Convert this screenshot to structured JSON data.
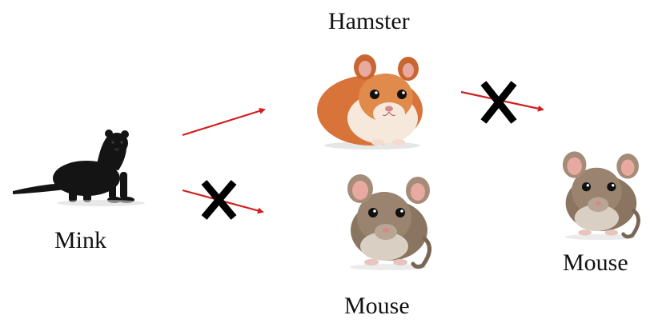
{
  "labels": {
    "mink": "Mink",
    "hamster": "Hamster",
    "mouse_middle": "Mouse",
    "mouse_right": "Mouse"
  },
  "animals": [
    {
      "id": "mink",
      "name": "mink-image"
    },
    {
      "id": "hamster",
      "name": "hamster-image"
    },
    {
      "id": "mouse-middle",
      "name": "mouse-middle-image"
    },
    {
      "id": "mouse-right",
      "name": "mouse-right-image"
    }
  ],
  "transmissions": [
    {
      "from": "Mink",
      "to": "Hamster",
      "blocked": false
    },
    {
      "from": "Mink",
      "to": "Mouse",
      "blocked": true
    },
    {
      "from": "Hamster",
      "to": "Mouse",
      "blocked": true
    }
  ],
  "colors": {
    "arrow": "#d21e1e",
    "cross": "#000000",
    "mink_fur": "#141414",
    "hamster_fur": "#d8743a",
    "hamster_belly": "#f6e9dc",
    "mouse_fur": "#8a7560",
    "mouse_belly": "#d9cfc3",
    "ear_pink": "#e8a9a0"
  }
}
